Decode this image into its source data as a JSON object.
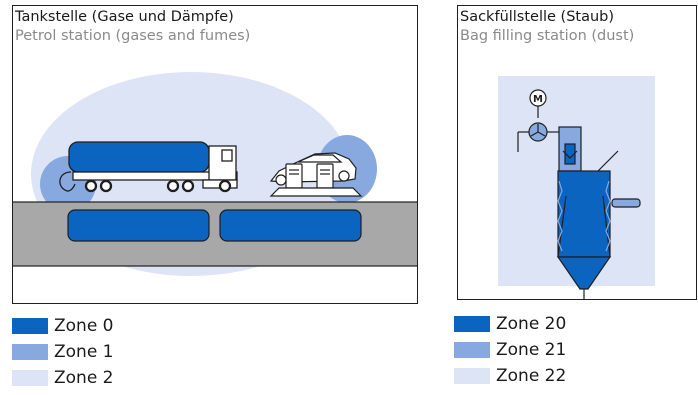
{
  "gas_panel": {
    "title": "Tankstelle (Gase und Dämpfe)",
    "subtitle": "Petrol station (gases and fumes)"
  },
  "dust_panel": {
    "title": "Sackfüllstelle (Staub)",
    "subtitle": "Bag filling station (dust)",
    "motor_label": "M"
  },
  "legend_gas": [
    {
      "label": "Zone 0",
      "color": "#0a64c0"
    },
    {
      "label": "Zone 1",
      "color": "#87a9df"
    },
    {
      "label": "Zone 2",
      "color": "#dde4f5"
    }
  ],
  "legend_dust": [
    {
      "label": "Zone 20",
      "color": "#0a64c0"
    },
    {
      "label": "Zone 21",
      "color": "#87a9df"
    },
    {
      "label": "Zone 22",
      "color": "#dde4f5"
    }
  ],
  "colors": {
    "zone_high": "#0a64c0",
    "zone_mid": "#87a9df",
    "zone_low": "#dde4f5",
    "ground": "#a8a8a8",
    "outline": "#1f1f1f"
  }
}
